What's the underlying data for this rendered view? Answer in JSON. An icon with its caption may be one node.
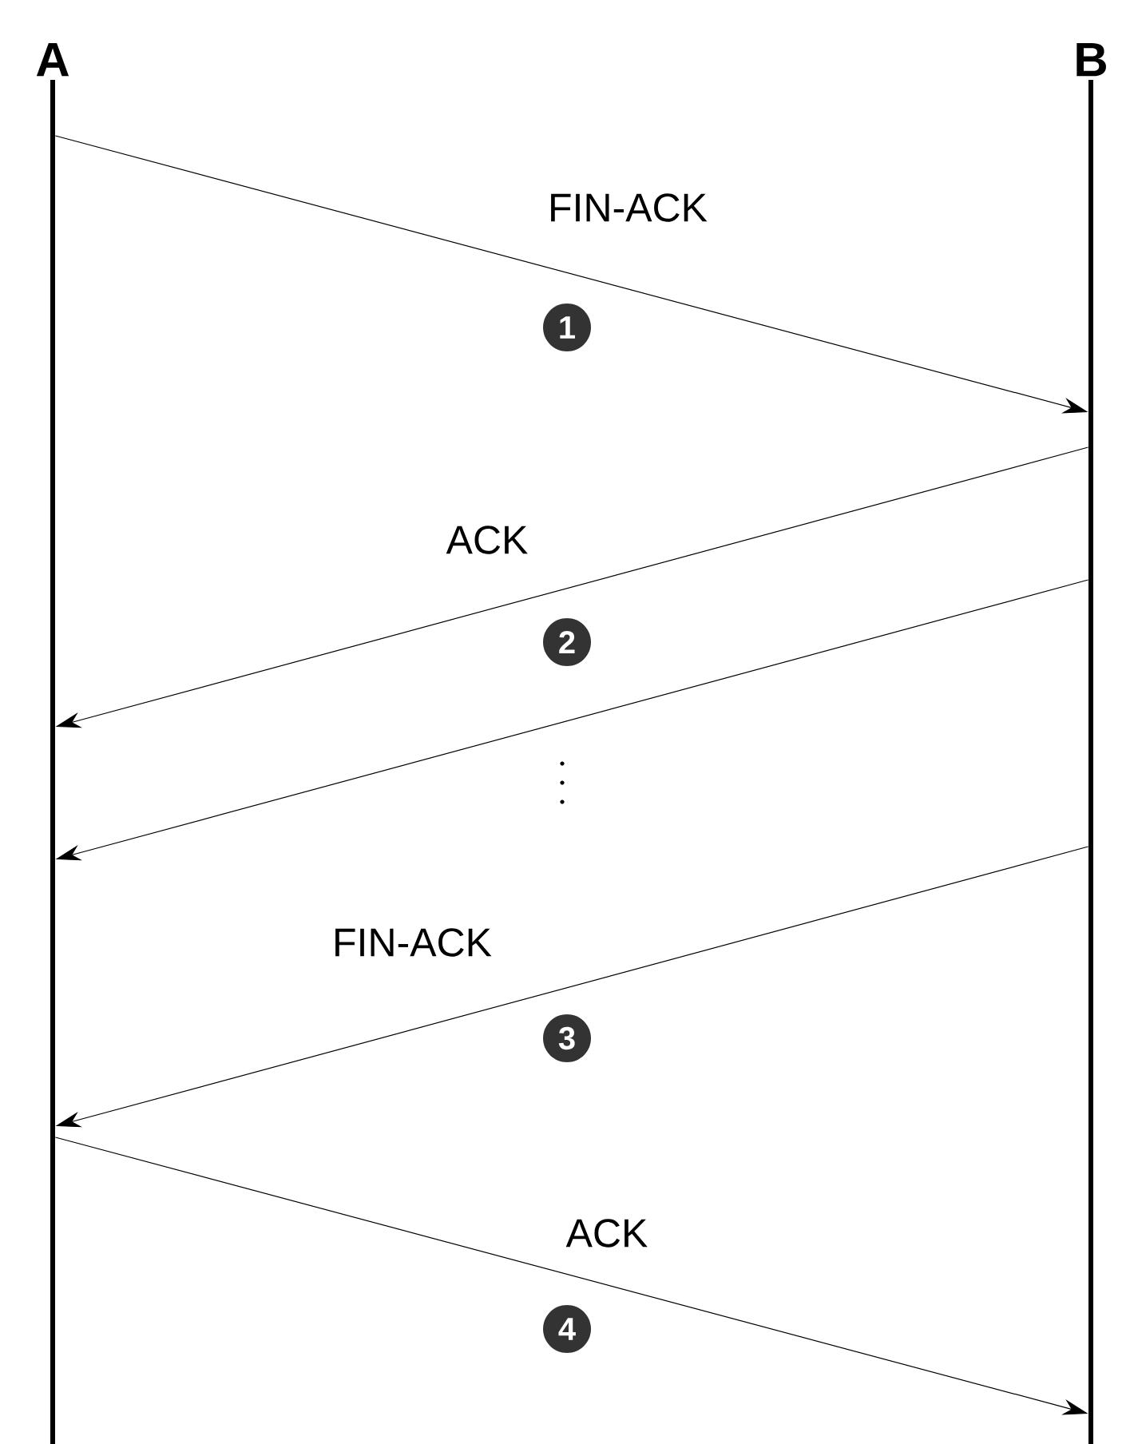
{
  "diagram": {
    "nodes": [
      {
        "text": [
          "A"
        ]
      },
      {
        "text": [
          "B"
        ]
      }
    ],
    "edges": [
      {
        "from": 0,
        "to": 1,
        "arrow": "to",
        "label": "FIN-ACK"
      },
      {
        "from": 1,
        "to": 0,
        "arrow": "to",
        "label": "ACK"
      },
      {
        "from": 1,
        "to": 0,
        "arrow": "to"
      },
      {
        "from": 1,
        "to": 0,
        "arrow": "to",
        "label": "FIN-ACK"
      },
      {
        "from": 0,
        "to": 1,
        "arrow": "to",
        "label": "ACK"
      }
    ],
    "labels": [
      "1",
      "2",
      "3",
      "4"
    ]
  }
}
